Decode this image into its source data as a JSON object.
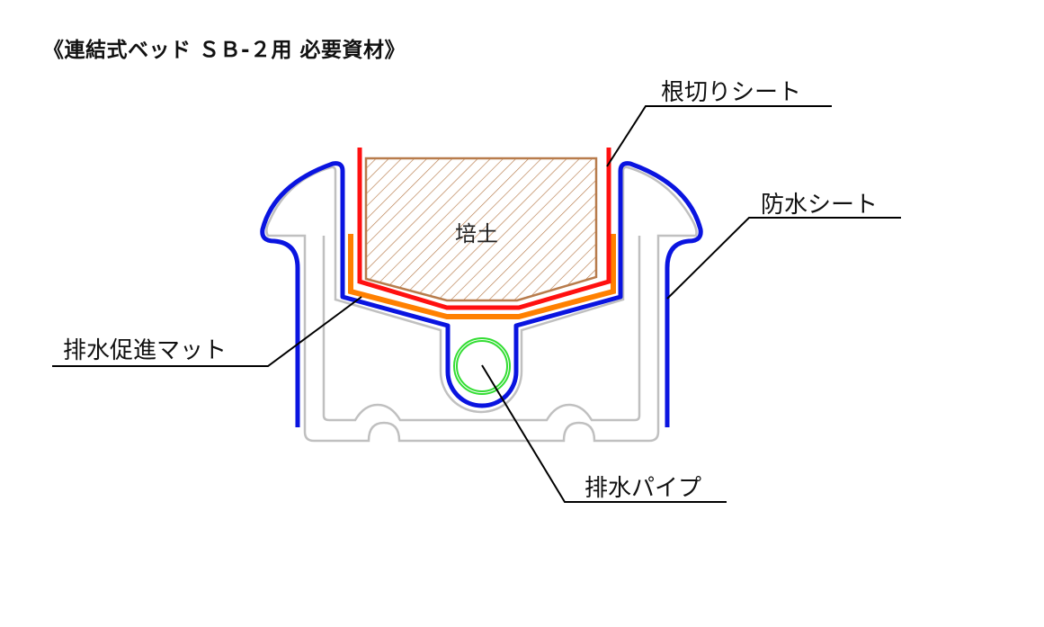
{
  "title": "《連結式ベッド ＳＢ-２用 必要資材》",
  "labels": {
    "root_sheet": "根切りシート",
    "waterproof_sheet": "防水シート",
    "drain_mat": "排水促進マット",
    "drain_pipe": "排水パイプ",
    "soil": "培土"
  },
  "colors": {
    "frame": "#c0c0c0",
    "waterproof_sheet": "#0a14e0",
    "root_sheet": "#ff1010",
    "drain_mat": "#ff8000",
    "soil": "#b87c4c",
    "drain_pipe": "#33dd33"
  }
}
